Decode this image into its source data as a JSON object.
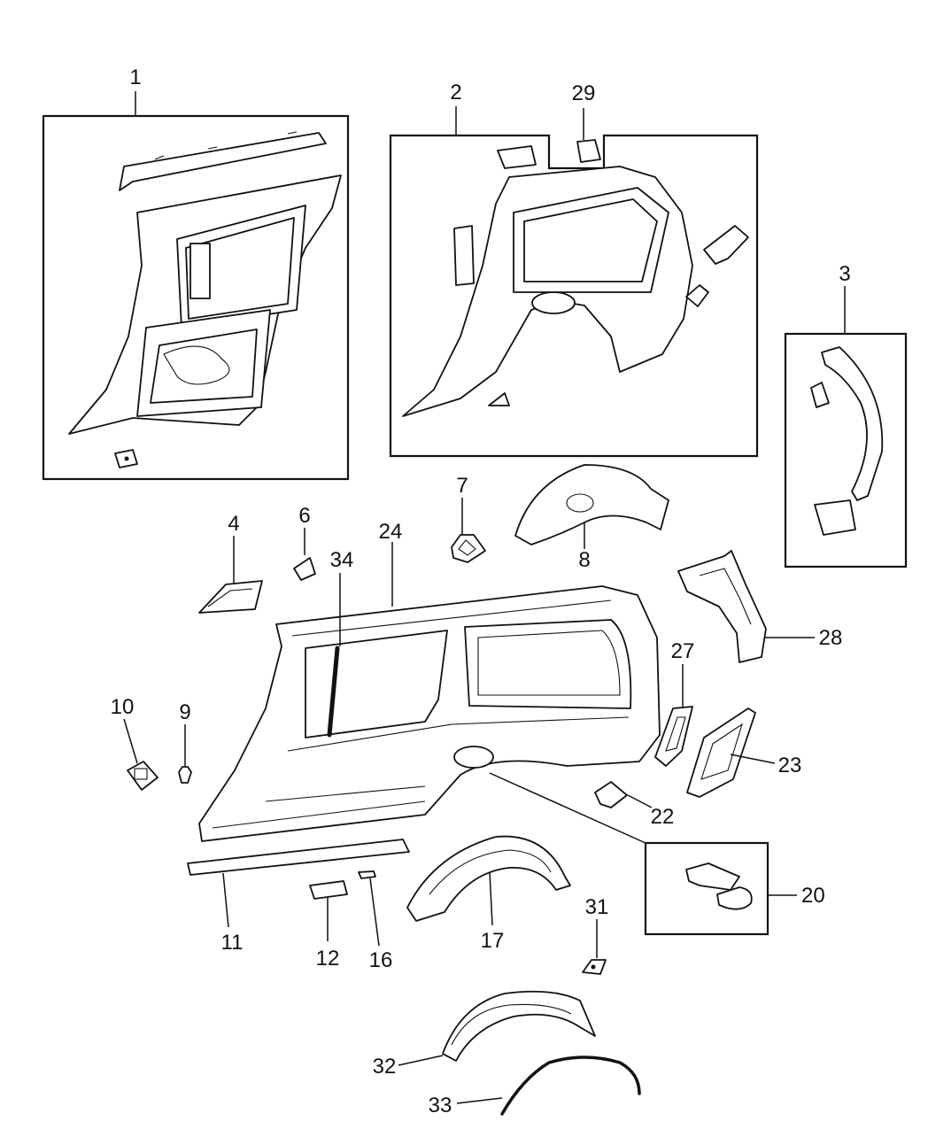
{
  "callouts": {
    "c1": "1",
    "c2": "2",
    "c3": "3",
    "c4": "4",
    "c6": "6",
    "c7": "7",
    "c8": "8",
    "c9": "9",
    "c10": "10",
    "c11": "11",
    "c12": "12",
    "c16": "16",
    "c17": "17",
    "c20": "20",
    "c22": "22",
    "c23": "23",
    "c24": "24",
    "c27": "27",
    "c28": "28",
    "c29": "29",
    "c31": "31",
    "c32": "32",
    "c33": "33",
    "c34": "34"
  }
}
